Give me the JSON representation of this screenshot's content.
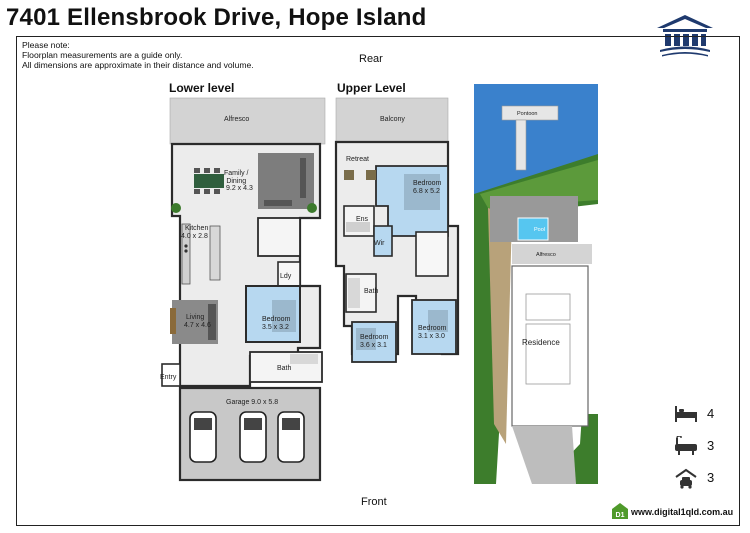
{
  "title": "7401 Ellensbrook Drive, Hope Island",
  "note": {
    "heading": "Please note:",
    "line1": "Floorplan measurements are a guide only.",
    "line2": "All dimensions are approximate in their distance and volume."
  },
  "orientation": {
    "rear": "Rear",
    "front": "Front"
  },
  "lower_level": {
    "heading": "Lower level",
    "alfresco": "Alfresco",
    "family_dining": "Family /\nDining",
    "family_dining_size": "9.2 x 4.3",
    "kitchen": "Kitchen",
    "kitchen_size": "4.0 x 2.8",
    "laundry": "Ldy",
    "living": "Living",
    "living_size": "4.7 x 4.6",
    "bedroom": "Bedroom",
    "bedroom_size": "3.5 x 3.2",
    "bath": "Bath",
    "entry": "Entry",
    "garage": "Garage 9.0 x 5.8"
  },
  "upper_level": {
    "heading": "Upper Level",
    "balcony": "Balcony",
    "retreat": "Retreat",
    "bedroom1": "Bedroom",
    "bedroom1_size": "6.8 x 5.2",
    "ensuite": "Ens",
    "wir": "Wir",
    "bath": "Bath",
    "bedroom2": "Bedroom",
    "bedroom2_size": "3.6 x 3.1",
    "bedroom3": "Bedroom",
    "bedroom3_size": "3.1 x 3.0"
  },
  "site_plan": {
    "pontoon": "Pontoon",
    "pool": "Pool",
    "alfresco": "Alfresco",
    "residence": "Residence"
  },
  "stats": {
    "bedrooms": "4",
    "bathrooms": "3",
    "garage": "3"
  },
  "website": "www.digital1qld.com.au",
  "colors": {
    "wall": "#2b2b2b",
    "floor": "#ececec",
    "bedroom_floor": "#b7d8f0",
    "wet_area": "#f4f4f4",
    "water": "#3f8ad6",
    "lawn": "#3d7d2c",
    "roof": "#999999",
    "pool": "#56c6f0"
  },
  "icons": {
    "logo": "house-logo-icon",
    "bed": "bed-icon",
    "bath": "bathtub-icon",
    "car": "car-garage-icon",
    "brand": "d1-leaf-logo-icon"
  }
}
